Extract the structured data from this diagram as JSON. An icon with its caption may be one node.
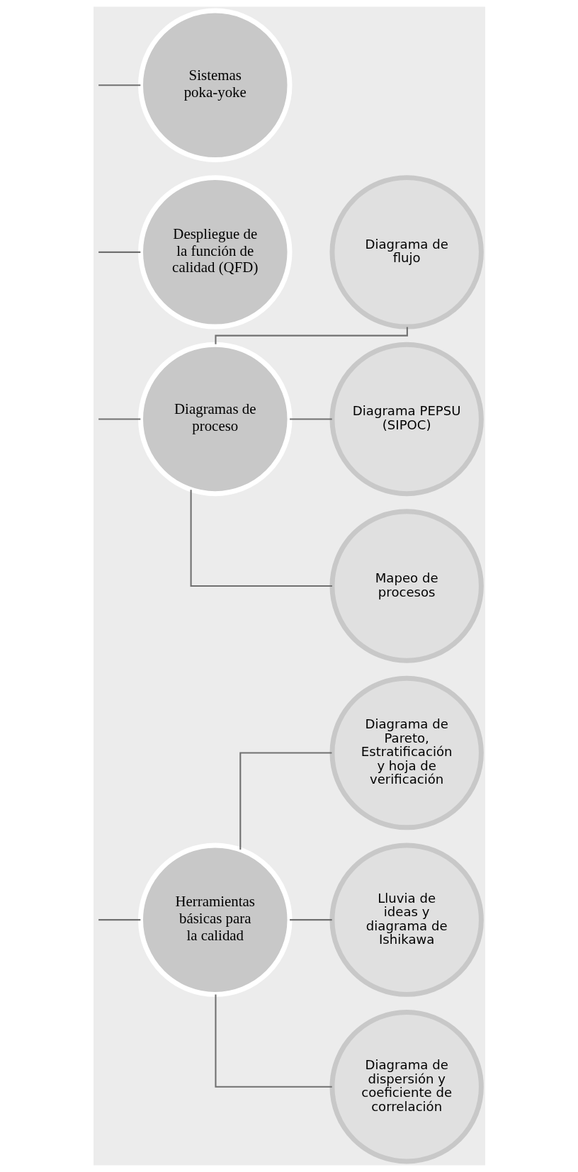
{
  "diagram": {
    "nodes": [
      {
        "text": [
          "Herramientas básicas para la calidad"
        ]
      },
      {
        "text": [
          "Diagrama de Pareto, Estratificación y hoja de verificación"
        ]
      },
      {
        "text": [
          "Lluvia de ideas y diagrama de Ishikawa"
        ]
      },
      {
        "text": [
          "Diagrama de dispersión y coeficiente de correlación"
        ]
      },
      {
        "text": [
          "Diagramas de proceso"
        ]
      },
      {
        "text": [
          "Diagrama de flujo"
        ]
      },
      {
        "text": [
          "Diagrama PEPSU (SIPOC)"
        ]
      },
      {
        "text": [
          "Mapeo de procesos"
        ]
      },
      {
        "text": [
          "Despliegue de la función de calidad (QFD)"
        ]
      },
      {
        "text": [
          "Sistemas poka-yoke"
        ]
      }
    ],
    "edges": [
      {
        "from": null,
        "to": 0,
        "arrow": "none"
      },
      {
        "from": null,
        "to": 4,
        "arrow": "none"
      },
      {
        "from": null,
        "to": 8,
        "arrow": "none"
      },
      {
        "from": null,
        "to": 9,
        "arrow": "none"
      },
      {
        "from": 0,
        "to": 1,
        "arrow": "none"
      },
      {
        "from": 0,
        "to": 2,
        "arrow": "none"
      },
      {
        "from": 0,
        "to": 3,
        "arrow": "none"
      },
      {
        "from": 4,
        "to": 5,
        "arrow": "none"
      },
      {
        "from": 4,
        "to": 6,
        "arrow": "none"
      },
      {
        "from": 4,
        "to": 7,
        "arrow": "none"
      }
    ]
  }
}
